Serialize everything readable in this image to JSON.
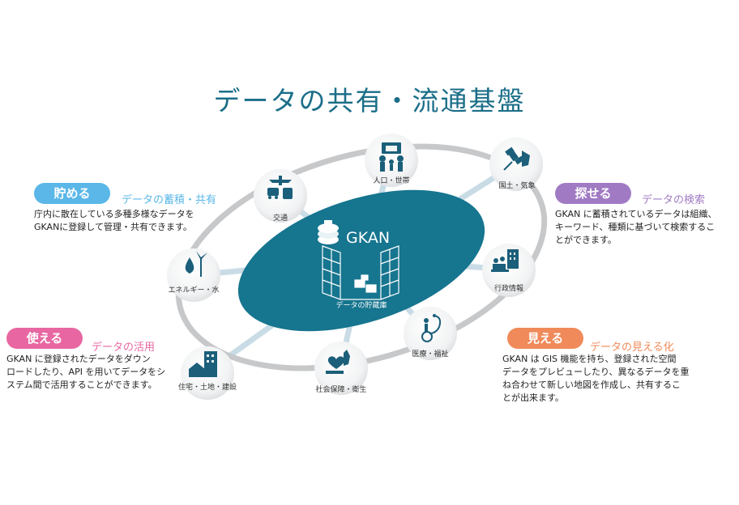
{
  "title": "データの共有・流通基盤",
  "center": {
    "name": "GKAN",
    "label": "データの貯蔵庫"
  },
  "nodes": [
    {
      "label": "人口・世帯",
      "icon": "family-icon"
    },
    {
      "label": "国土・気象",
      "icon": "satellite-icon"
    },
    {
      "label": "行政情報",
      "icon": "government-building-icon"
    },
    {
      "label": "医療・福祉",
      "icon": "wheelchair-stethoscope-icon"
    },
    {
      "label": "社会保障・衛生",
      "icon": "heart-hand-icon"
    },
    {
      "label": "住宅・土地・建設",
      "icon": "house-building-icon"
    },
    {
      "label": "エネルギー・水",
      "icon": "water-wind-icon"
    },
    {
      "label": "交通",
      "icon": "transport-icon"
    }
  ],
  "features": {
    "store": {
      "pill": "貯める",
      "subtitle": "データの蓄積・共有",
      "lines": [
        "庁内に散在している多種多様なデータを",
        "GKANに登録して管理・共有できます。"
      ],
      "color": "#5ab7e8"
    },
    "search": {
      "pill": "探せる",
      "subtitle": "データの検索",
      "lines": [
        "GKAN に蓄積されているデータは組織、",
        "キーワード、種類に基づいて検索するこ",
        "とができます。"
      ],
      "color": "#a07bc4"
    },
    "use": {
      "pill": "使える",
      "subtitle": "データの活用",
      "lines": [
        "GKAN に登録されたデータをダウン",
        "ロードしたり、API を用いてデータをシ",
        "ステム間で活用することができます。"
      ],
      "color": "#e867a2"
    },
    "view": {
      "pill": "見える",
      "subtitle": "データの見える化",
      "lines": [
        "GKAN は GIS 機能を持ち、登録された空間",
        "データをプレビューしたり、異なるデータを重",
        "ね合わせて新しい地図を作成し、共有するこ",
        "とが出来ます。"
      ],
      "color": "#f08a5a"
    }
  },
  "colors": {
    "title": "#1b6e88",
    "center": "#16758f",
    "orbit": "#c6c8ca",
    "spoke": "#c9dce6",
    "icon": "#1b5f7a"
  }
}
